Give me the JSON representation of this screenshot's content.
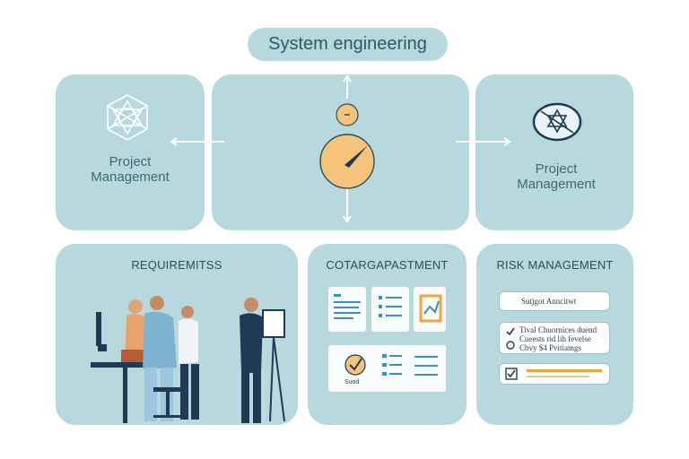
{
  "header": {
    "title": "System engineering"
  },
  "top_row": {
    "left_label_line1": "Project",
    "left_label_line2": "Management",
    "right_label_line1": "Project",
    "right_label_line2": "Management"
  },
  "bottom_row": {
    "requirements_title": "REQUIREMITSS",
    "components_title": "COTARGAPASTMENT",
    "risk_title": "RISK MANAGEMENT",
    "components_card_label": "Suod",
    "risk_items": [
      {
        "text": "Sutjgot Anncitwt"
      },
      {
        "text": "Tival Chuornices duend\nCueests rid lih fevelse",
        "icon": "check"
      },
      {
        "text": "Cbvy $4 Pvitiamgs",
        "icon": "circle"
      }
    ]
  },
  "colors": {
    "panel": "#b7d9de",
    "accent_orange": "#f6c37a",
    "navy": "#1f3a55",
    "line": "#ffffff"
  }
}
